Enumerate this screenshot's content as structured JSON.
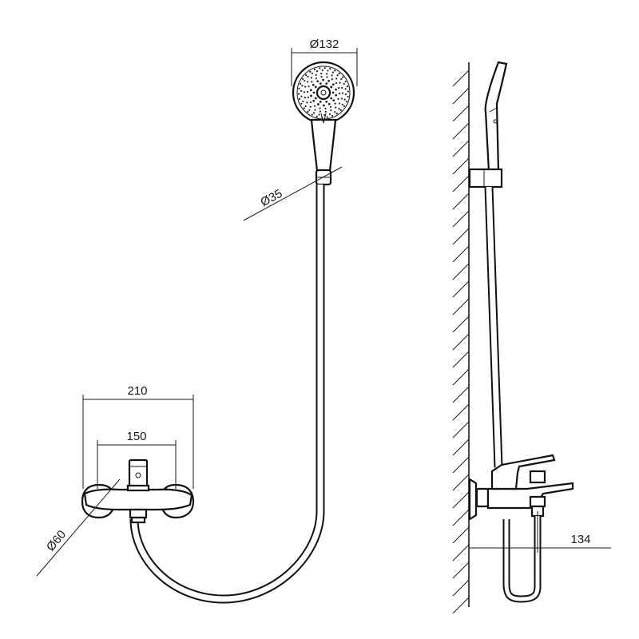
{
  "dimensions": {
    "width_overall": "210",
    "width_centers": "150",
    "flange_diameter": "Ø60",
    "hose_diameter": "Ø35",
    "head_diameter": "Ø132",
    "projection": "134"
  },
  "colors": {
    "line": "#1a1a1a",
    "background": "#ffffff"
  }
}
